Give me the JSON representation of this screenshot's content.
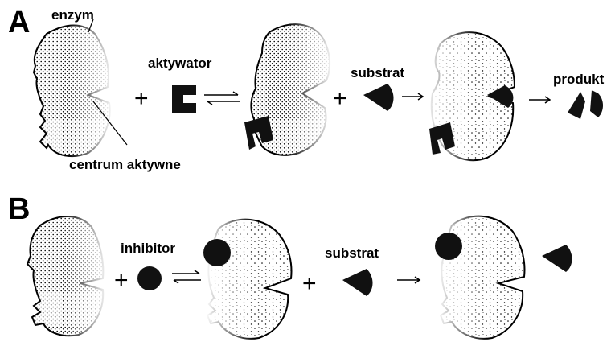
{
  "panels": {
    "a": {
      "label": "A",
      "enzym": "enzym",
      "centrum": "centrum aktywne",
      "aktywator": "aktywator",
      "substrat": "substrat",
      "produkt": "produkt",
      "plus": "+"
    },
    "b": {
      "label": "B",
      "inhibitor": "inhibitor",
      "substrat": "substrat",
      "plus": "+"
    }
  },
  "colors": {
    "ink": "#111111",
    "background": "#ffffff"
  }
}
